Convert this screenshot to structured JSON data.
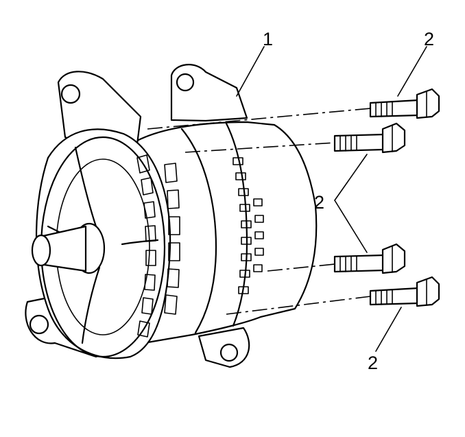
{
  "callouts": {
    "alternator": "1",
    "bolt_top": "2",
    "bolt_middle": "2",
    "bolt_bottom": "2"
  },
  "colors": {
    "line": "#000000",
    "background": "#ffffff"
  }
}
